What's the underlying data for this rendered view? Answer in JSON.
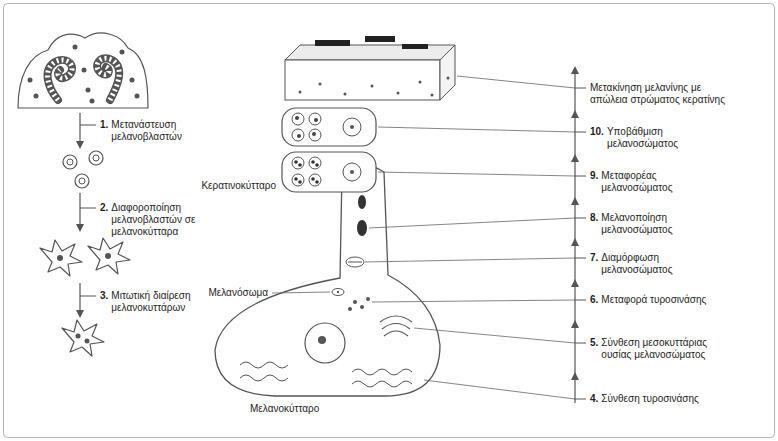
{
  "diagram": {
    "labels": [
      "1.",
      "Μετανάστευση μελανοβλαστών",
      "2.",
      "Διαφοροποίηση μελανοβλαστών σε μελανοκύτταρα",
      "3.",
      "Μιτωτική διαίρεση μελανοκυττάρων",
      "Κερατινοκύτταρο",
      "Μελανόσωμα",
      "Μελανοκύτταρο",
      "Μετακίνηση μελανίνης με απώλεια στρώματος κερατίνης",
      "10.",
      "Υποβάθμιση μελανοσώματος",
      "9.",
      "Μεταφορέας μελανοσώματος",
      "8.",
      "Μελανοποίηση μελανοσώματος",
      "7.",
      "Διαμόρφωση μελανοσώματος",
      "6.",
      "Μεταφορά τυροσινάσης",
      "5.",
      "Σύνθεση μεσοκυττάριας ουσίας μελανοσώματος",
      "4.",
      "Σύνθεση τυροσινάσης"
    ]
  }
}
